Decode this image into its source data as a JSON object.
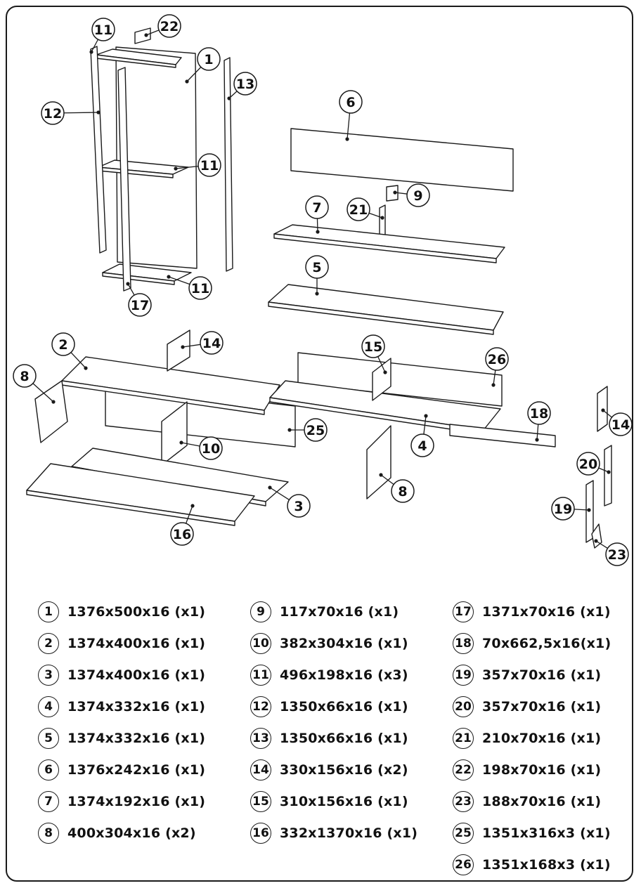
{
  "callouts": [
    "1",
    "2",
    "3",
    "4",
    "5",
    "6",
    "7",
    "8",
    "8",
    "9",
    "10",
    "11",
    "11",
    "11",
    "12",
    "13",
    "14",
    "14",
    "15",
    "16",
    "17",
    "18",
    "19",
    "20",
    "21",
    "22",
    "23",
    "25",
    "26"
  ],
  "parts_list": [
    {
      "num": "1",
      "spec": "1376x500x16 (x1)"
    },
    {
      "num": "2",
      "spec": "1374x400x16 (x1)"
    },
    {
      "num": "3",
      "spec": "1374x400x16 (x1)"
    },
    {
      "num": "4",
      "spec": "1374x332x16 (x1)"
    },
    {
      "num": "5",
      "spec": "1374x332x16 (x1)"
    },
    {
      "num": "6",
      "spec": "1376x242x16 (x1)"
    },
    {
      "num": "7",
      "spec": "1374x192x16 (x1)"
    },
    {
      "num": "8",
      "spec": "400x304x16 (x2)"
    },
    {
      "num": "9",
      "spec": "117x70x16 (x1)"
    },
    {
      "num": "10",
      "spec": "382x304x16 (x1)"
    },
    {
      "num": "11",
      "spec": "496x198x16 (x3)"
    },
    {
      "num": "12",
      "spec": "1350x66x16 (x1)"
    },
    {
      "num": "13",
      "spec": "1350x66x16 (x1)"
    },
    {
      "num": "14",
      "spec": "330x156x16 (x2)"
    },
    {
      "num": "15",
      "spec": "310x156x16 (x1)"
    },
    {
      "num": "16",
      "spec": "332x1370x16 (x1)"
    },
    {
      "num": "17",
      "spec": "1371x70x16 (x1)"
    },
    {
      "num": "18",
      "spec": "70x662,5x16(x1)"
    },
    {
      "num": "19",
      "spec": "357x70x16 (x1)"
    },
    {
      "num": "20",
      "spec": "357x70x16 (x1)"
    },
    {
      "num": "21",
      "spec": "210x70x16 (x1)"
    },
    {
      "num": "22",
      "spec": "198x70x16 (x1)"
    },
    {
      "num": "23",
      "spec": "188x70x16 (x1)"
    },
    {
      "num": "25",
      "spec": "1351x316x3 (x1)"
    },
    {
      "num": "26",
      "spec": "1351x168x3 (x1)"
    }
  ]
}
